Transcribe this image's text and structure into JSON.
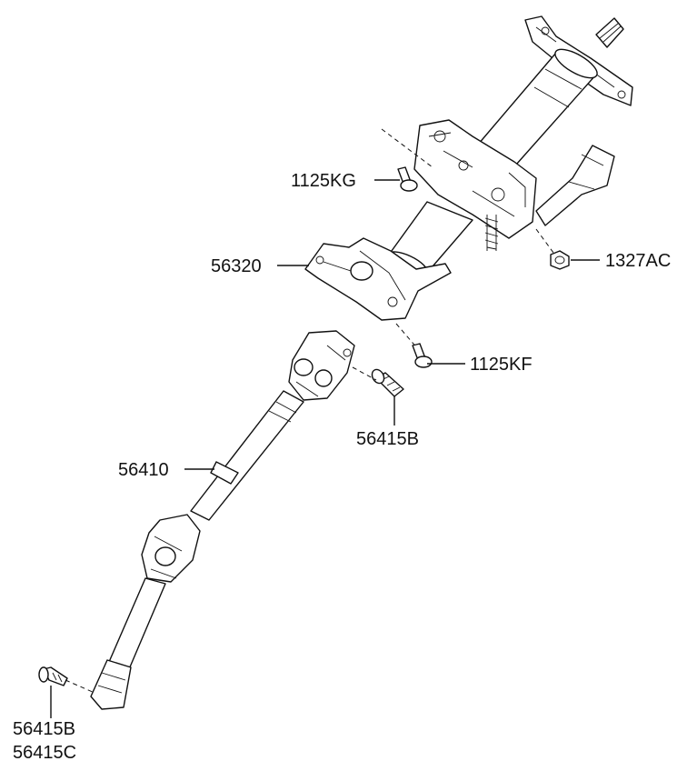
{
  "labels": {
    "p1125kg": "1125KG",
    "p56320": "56320",
    "p1327ac": "1327AC",
    "p1125kf": "1125KF",
    "p56415b_top": "56415B",
    "p56410": "56410",
    "p56415b_bottom": "56415B",
    "p56415c": "56415C"
  }
}
